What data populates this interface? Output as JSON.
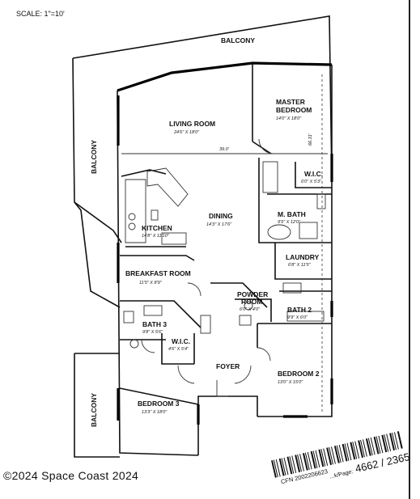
{
  "scale_note": "SCALE: 1\"=10'",
  "rooms": {
    "balcony_top": {
      "name": "BALCONY"
    },
    "balcony_left": {
      "name": "BALCONY"
    },
    "balcony_bottom": {
      "name": "BALCONY"
    },
    "living_room": {
      "name": "LIVING ROOM",
      "size": "24'6\" X 18'0\""
    },
    "master_bedroom": {
      "name_line1": "MASTER",
      "name_line2": "BEDROOM",
      "size": "14'0\" X 18'0\""
    },
    "wic_master": {
      "name": "W.I.C.",
      "size": "6'0\" X 5'3\""
    },
    "master_bath": {
      "name": "M. BATH",
      "size": "9'5\" X 12'0\""
    },
    "dining": {
      "name": "DINING",
      "size": "14'3\" X 17'6\""
    },
    "kitchen": {
      "name": "KITCHEN",
      "size": "14'8\" X 11'10\""
    },
    "laundry": {
      "name": "LAUNDRY",
      "size": "6'8\" X 11'5\""
    },
    "breakfast_room": {
      "name": "BREAKFAST ROOM",
      "size": "11'5\" X 8'9\""
    },
    "powder_room": {
      "name_line1": "POWDER",
      "name_line2": "ROOM",
      "size": "6'0\" X 4'0\""
    },
    "bath_2": {
      "name": "BATH 2",
      "size": "9'9\" X 6'0\""
    },
    "bath_3": {
      "name": "BATH 3",
      "size": "9'8\" X 5'6\""
    },
    "wic_3": {
      "name": "W.I.C.",
      "size": "4'6\" X 5'4\""
    },
    "foyer": {
      "name": "FOYER"
    },
    "bedroom_2": {
      "name": "BEDROOM 2",
      "size": "13'0\" X 15'0\""
    },
    "bedroom_3": {
      "name": "BEDROOM 3",
      "size": "13'3\" X 18'0\""
    }
  },
  "dimensions": {
    "width_line": "39.0'",
    "depth_line": "66.31'"
  },
  "copyright": "©2024 Space Coast 2024",
  "stamp": {
    "cfn": "CFN 2002206623",
    "book_page_label": "...k/Page:",
    "book_page": "4662 / 2365"
  },
  "colors": {
    "ink": "#111111",
    "paper": "#ffffff"
  }
}
